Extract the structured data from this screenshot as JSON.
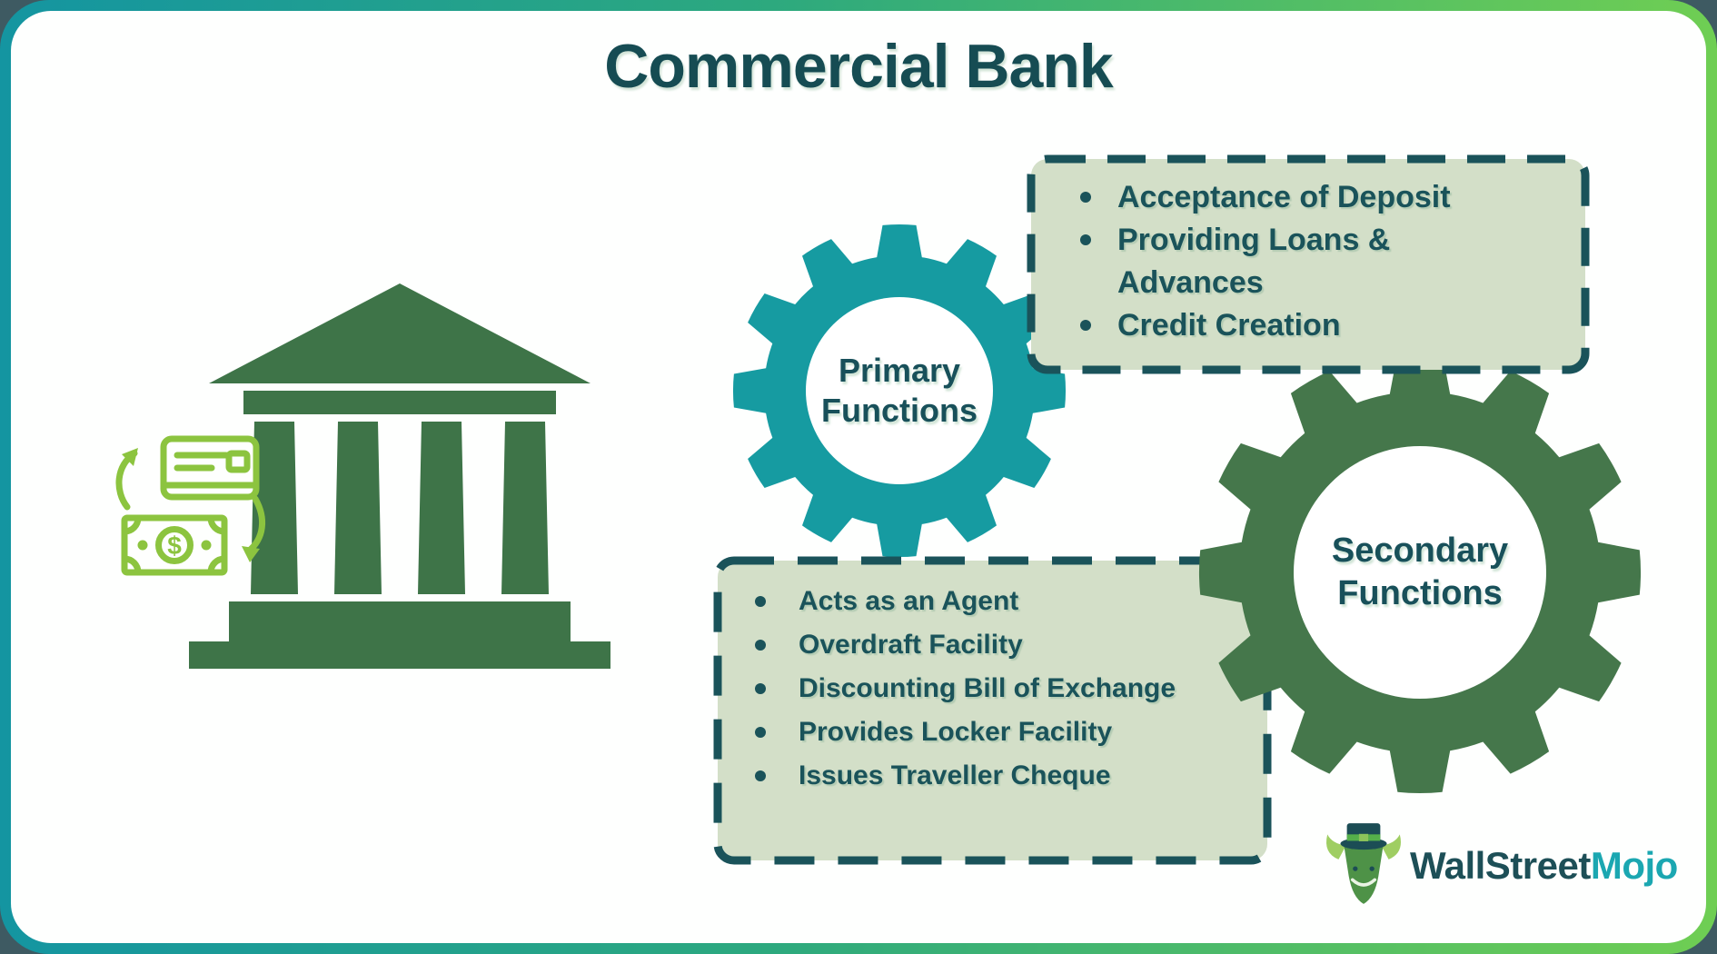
{
  "title": "Commercial Bank",
  "colors": {
    "teal_gear": "#169BA1",
    "green_gear": "#45774B",
    "dark_teal_text": "#1A535A",
    "box_background": "#D3DFC8",
    "box_border": "#1A535A",
    "bank_green": "#3E7448",
    "icon_light_green": "#8CC43F",
    "frame_gradient_start": "#1495A1",
    "frame_gradient_end": "#6FCE53",
    "logo_dark": "#1D4F57",
    "logo_teal": "#1BA7B1"
  },
  "gears": {
    "primary": {
      "line1": "Primary",
      "line2": "Functions"
    },
    "secondary": {
      "line1": "Secondary",
      "line2": "Functions"
    }
  },
  "boxes": {
    "primary": {
      "items": [
        "Acceptance of Deposit",
        "Providing Loans & Advances",
        "Credit Creation"
      ]
    },
    "secondary": {
      "items": [
        "Acts as an Agent",
        "Overdraft Facility",
        "Discounting Bill of Exchange",
        "Provides Locker Facility",
        "Issues Traveller Cheque"
      ]
    }
  },
  "logo": {
    "part1": "WallStreet",
    "part2": "Mojo"
  },
  "icons": [
    "bank-building-icon",
    "credit-card-icon",
    "cash-icon",
    "exchange-arrows-icon",
    "gear-icon",
    "bull-mascot-icon"
  ]
}
